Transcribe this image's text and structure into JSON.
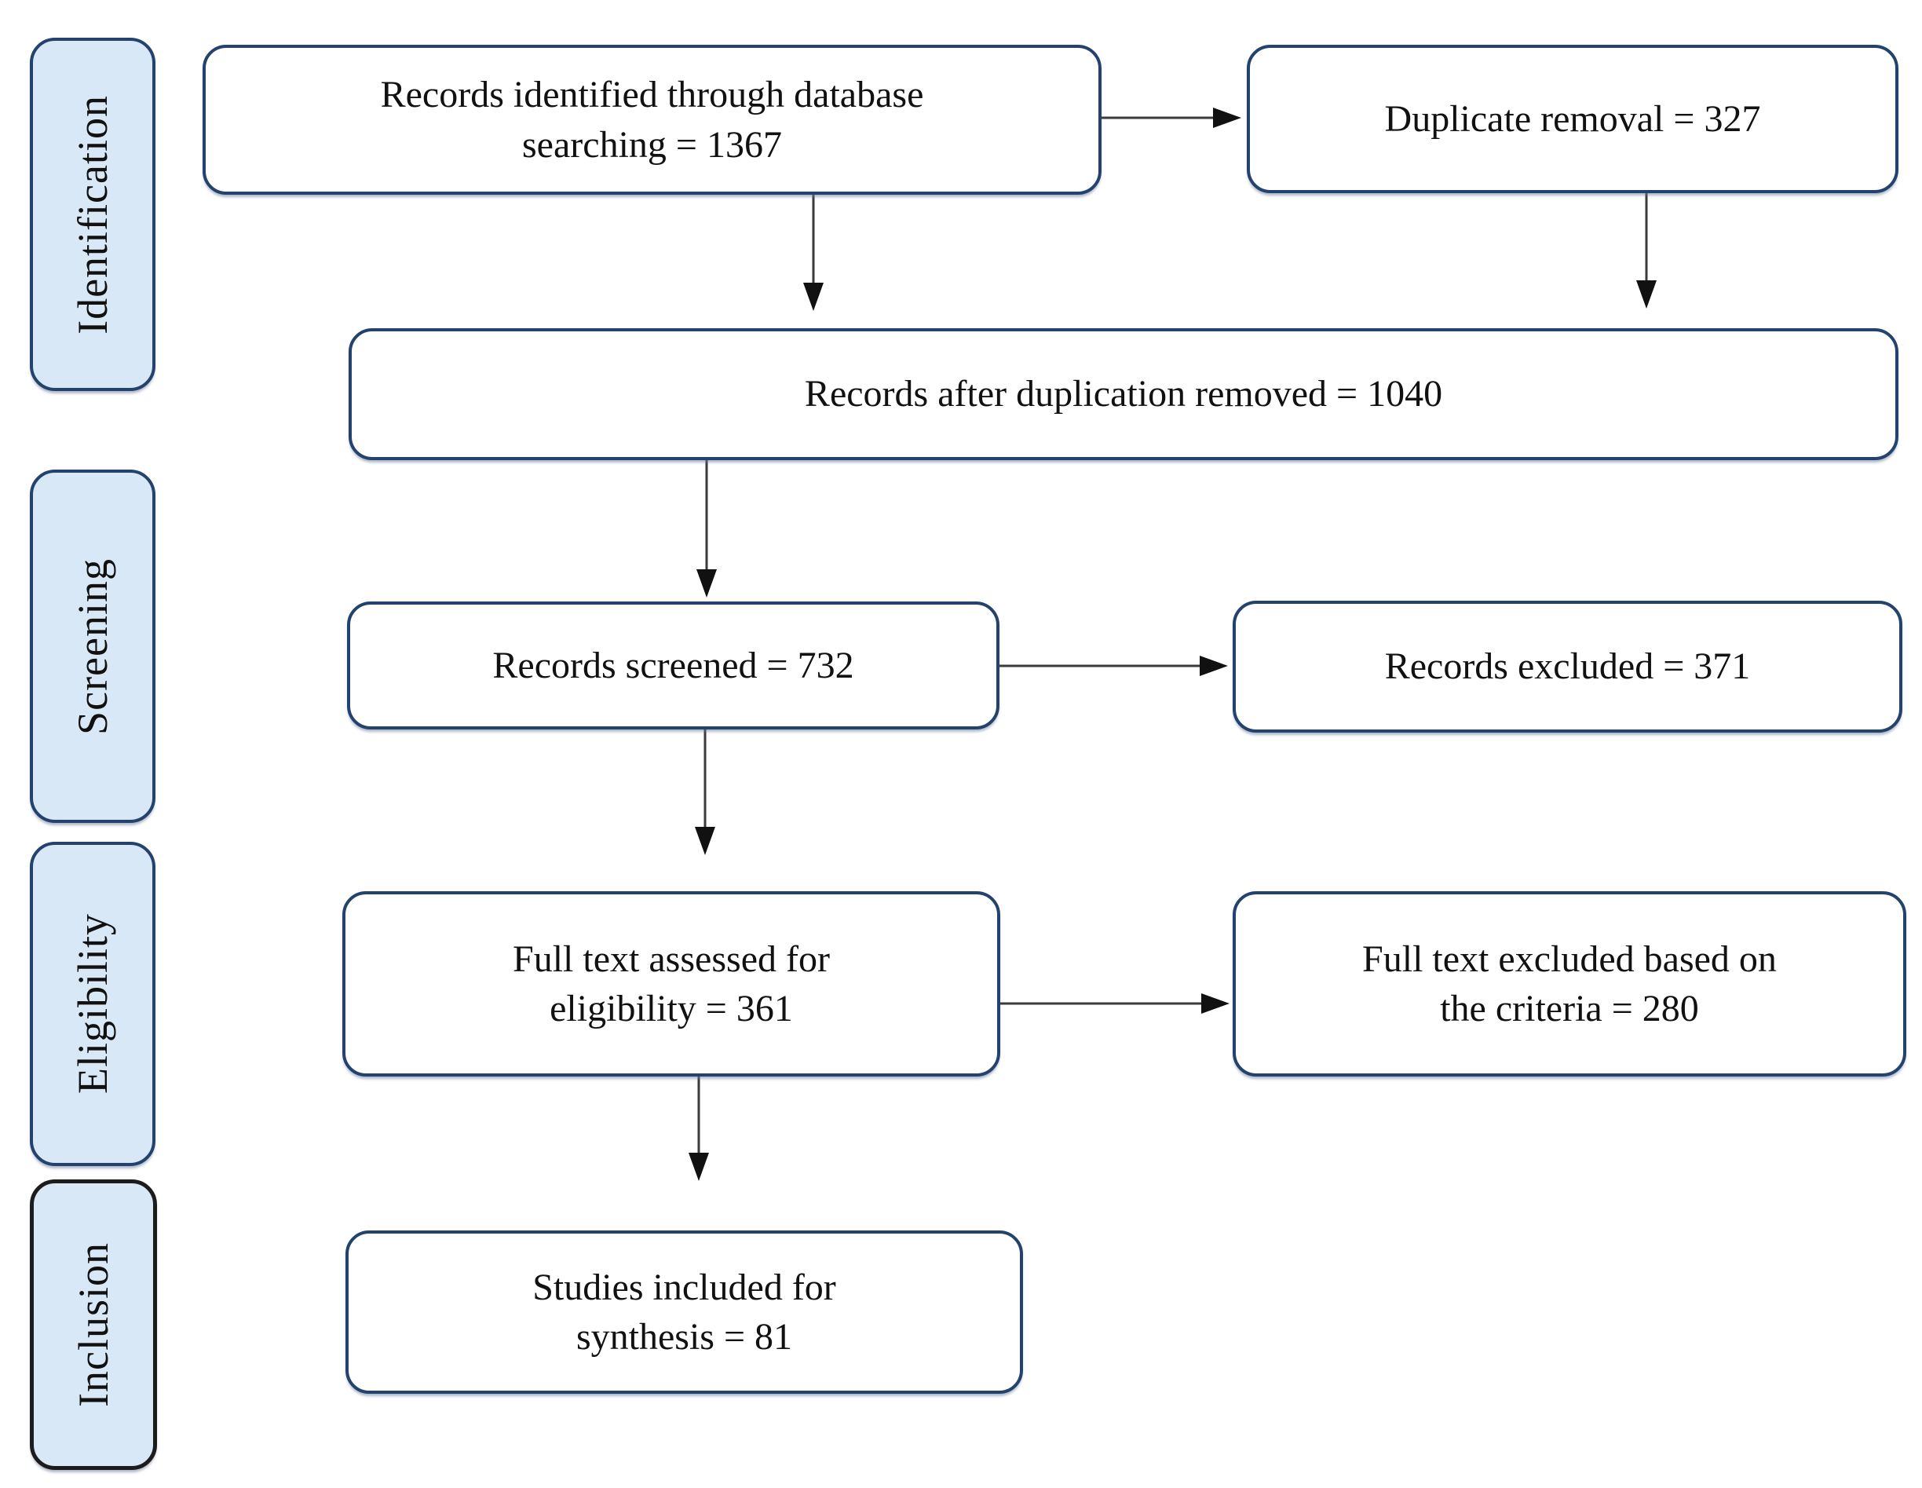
{
  "sidebar": {
    "stages": [
      {
        "label": "Identification"
      },
      {
        "label": "Screening"
      },
      {
        "label": "Eligibility"
      },
      {
        "label": "Inclusion"
      }
    ]
  },
  "flow": {
    "identified": {
      "lines": [
        "Records identified through database",
        "searching = 1367"
      ]
    },
    "duplicate_removal": {
      "lines": [
        "Duplicate removal = 327"
      ]
    },
    "after_dedup": {
      "lines": [
        "Records after duplication removed = 1040"
      ]
    },
    "screened": {
      "lines": [
        "Records screened = 732"
      ]
    },
    "excluded": {
      "lines": [
        "Records excluded = 371"
      ]
    },
    "fulltext_assessed": {
      "lines": [
        "Full text assessed for",
        "eligibility = 361"
      ]
    },
    "fulltext_excluded": {
      "lines": [
        "Full text excluded based on",
        "the criteria = 280"
      ]
    },
    "included": {
      "lines": [
        "Studies included for",
        "synthesis = 81"
      ]
    }
  },
  "colors": {
    "box_border": "#24426e",
    "sidebar_fill": "#d8e8f6",
    "inclusion_border": "#1c1c1c",
    "arrow_line": "#3a3a3a",
    "arrow_head": "#111111"
  }
}
